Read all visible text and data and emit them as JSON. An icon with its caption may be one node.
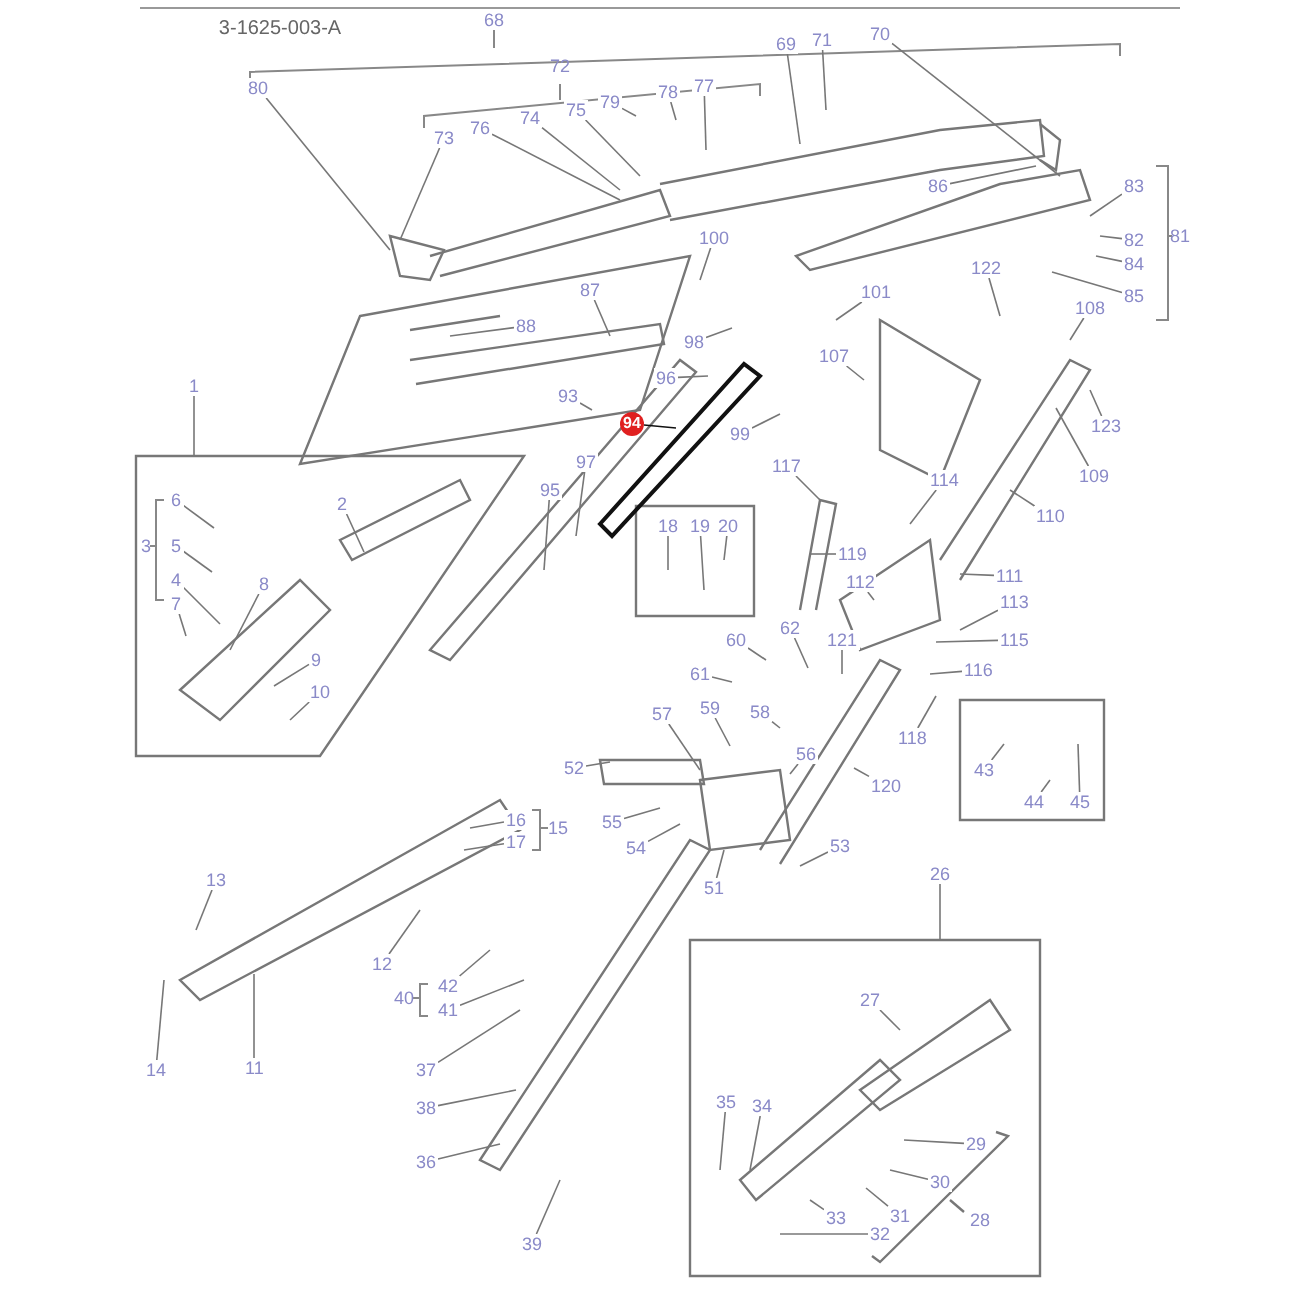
{
  "diagram": {
    "nodes": [
      {
        "text": [
          "80"
        ]
      },
      {
        "text": [
          "73"
        ]
      },
      {
        "text": [
          "76"
        ]
      },
      {
        "text": [
          "74"
        ]
      },
      {
        "text": [
          "75"
        ]
      },
      {
        "text": [
          "79"
        ]
      },
      {
        "text": [
          "78"
        ]
      },
      {
        "text": [
          "77"
        ]
      },
      {
        "text": [
          "69"
        ]
      },
      {
        "text": [
          "71"
        ]
      },
      {
        "text": [
          "70"
        ]
      },
      {
        "text": [
          "86"
        ]
      },
      {
        "text": [
          "83"
        ]
      },
      {
        "text": [
          "82"
        ]
      },
      {
        "text": [
          "84"
        ]
      },
      {
        "text": [
          "85"
        ]
      },
      {
        "text": [
          "100"
        ]
      },
      {
        "text": [
          "87"
        ]
      },
      {
        "text": [
          "88"
        ]
      },
      {
        "text": [
          "101"
        ]
      },
      {
        "text": [
          "122"
        ]
      },
      {
        "text": [
          "108"
        ]
      },
      {
        "text": [
          "98"
        ]
      },
      {
        "text": [
          "96"
        ]
      },
      {
        "text": [
          "107"
        ]
      },
      {
        "text": [
          "1"
        ]
      },
      {
        "text": [
          "93"
        ]
      },
      {
        "text": [
          "94"
        ]
      },
      {
        "text": [
          "123"
        ]
      },
      {
        "text": [
          "99"
        ]
      },
      {
        "text": [
          "117"
        ]
      },
      {
        "text": [
          "114"
        ]
      },
      {
        "text": [
          "109"
        ]
      },
      {
        "text": [
          "97"
        ]
      },
      {
        "text": [
          "95"
        ]
      },
      {
        "text": [
          "2"
        ]
      },
      {
        "text": [
          "6"
        ]
      },
      {
        "text": [
          "110"
        ]
      },
      {
        "text": [
          "18"
        ]
      },
      {
        "text": [
          "19"
        ]
      },
      {
        "text": [
          "20"
        ]
      },
      {
        "text": [
          "5"
        ]
      },
      {
        "text": [
          "119"
        ]
      },
      {
        "text": [
          "111"
        ]
      },
      {
        "text": [
          "4"
        ]
      },
      {
        "text": [
          "112"
        ]
      },
      {
        "text": [
          "8"
        ]
      },
      {
        "text": [
          "7"
        ]
      },
      {
        "text": [
          "113"
        ]
      },
      {
        "text": [
          "62"
        ]
      },
      {
        "text": [
          "60"
        ]
      },
      {
        "text": [
          "121"
        ]
      },
      {
        "text": [
          "115"
        ]
      },
      {
        "text": [
          "9"
        ]
      },
      {
        "text": [
          "61"
        ]
      },
      {
        "text": [
          "116"
        ]
      },
      {
        "text": [
          "10"
        ]
      },
      {
        "text": [
          "59"
        ]
      },
      {
        "text": [
          "57"
        ]
      },
      {
        "text": [
          "58"
        ]
      },
      {
        "text": [
          "118"
        ]
      },
      {
        "text": [
          "56"
        ]
      },
      {
        "text": [
          "52"
        ]
      },
      {
        "text": [
          "43"
        ]
      },
      {
        "text": [
          "120"
        ]
      },
      {
        "text": [
          "44"
        ]
      },
      {
        "text": [
          "45"
        ]
      },
      {
        "text": [
          "16"
        ]
      },
      {
        "text": [
          "55"
        ]
      },
      {
        "text": [
          "17"
        ]
      },
      {
        "text": [
          "54"
        ]
      },
      {
        "text": [
          "53"
        ]
      },
      {
        "text": [
          "13"
        ]
      },
      {
        "text": [
          "51"
        ]
      },
      {
        "text": [
          "26"
        ]
      },
      {
        "text": [
          "12"
        ]
      },
      {
        "text": [
          "42"
        ]
      },
      {
        "text": [
          "27"
        ]
      },
      {
        "text": [
          "41"
        ]
      },
      {
        "text": [
          "37"
        ]
      },
      {
        "text": [
          "14"
        ]
      },
      {
        "text": [
          "11"
        ]
      },
      {
        "text": [
          "35"
        ]
      },
      {
        "text": [
          "34"
        ]
      },
      {
        "text": [
          "38"
        ]
      },
      {
        "text": [
          "29"
        ]
      },
      {
        "text": [
          "36"
        ]
      },
      {
        "text": [
          "30"
        ]
      },
      {
        "text": [
          "31"
        ]
      },
      {
        "text": [
          "33"
        ]
      },
      {
        "text": [
          "32"
        ]
      },
      {
        "text": [
          "39"
        ]
      }
    ],
    "edges": [
      {
        "from": 0,
        "to": null,
        "arrow": "none"
      },
      {
        "from": 1,
        "to": null,
        "arrow": "none"
      },
      {
        "from": 2,
        "to": null,
        "arrow": "none"
      },
      {
        "from": 3,
        "to": null,
        "arrow": "none"
      },
      {
        "from": 4,
        "to": null,
        "arrow": "none"
      },
      {
        "from": 5,
        "to": null,
        "arrow": "none"
      },
      {
        "from": 6,
        "to": null,
        "arrow": "none"
      },
      {
        "from": 7,
        "to": null,
        "arrow": "none"
      },
      {
        "from": 8,
        "to": null,
        "arrow": "none"
      },
      {
        "from": 9,
        "to": null,
        "arrow": "none"
      },
      {
        "from": 10,
        "to": null,
        "arrow": "none"
      },
      {
        "from": 11,
        "to": null,
        "arrow": "none"
      },
      {
        "from": 12,
        "to": null,
        "arrow": "none"
      },
      {
        "from": 13,
        "to": null,
        "arrow": "none"
      },
      {
        "from": 14,
        "to": null,
        "arrow": "none"
      },
      {
        "from": 15,
        "to": null,
        "arrow": "none"
      },
      {
        "from": 16,
        "to": null,
        "arrow": "none"
      },
      {
        "from": 17,
        "to": null,
        "arrow": "none"
      },
      {
        "from": 18,
        "to": null,
        "arrow": "none"
      },
      {
        "from": 19,
        "to": null,
        "arrow": "none"
      },
      {
        "from": 20,
        "to": null,
        "arrow": "none"
      },
      {
        "from": 21,
        "to": null,
        "arrow": "none"
      },
      {
        "from": 22,
        "to": null,
        "arrow": "none"
      },
      {
        "from": 23,
        "to": null,
        "arrow": "none"
      },
      {
        "from": 24,
        "to": null,
        "arrow": "none"
      },
      {
        "from": 25,
        "to": null,
        "arrow": "none"
      },
      {
        "from": 26,
        "to": null,
        "arrow": "none"
      },
      {
        "from": 27,
        "to": null,
        "arrow": "none",
        "color": "#111111"
      },
      {
        "from": 28,
        "to": null,
        "arrow": "none"
      },
      {
        "from": 29,
        "to": null,
        "arrow": "none"
      },
      {
        "from": 30,
        "to": null,
        "arrow": "none"
      },
      {
        "from": 31,
        "to": null,
        "arrow": "none"
      },
      {
        "from": 32,
        "to": null,
        "arrow": "none"
      },
      {
        "from": 33,
        "to": null,
        "arrow": "none"
      },
      {
        "from": 34,
        "to": null,
        "arrow": "none"
      },
      {
        "from": 35,
        "to": null,
        "arrow": "none"
      },
      {
        "from": 36,
        "to": null,
        "arrow": "none"
      },
      {
        "from": 37,
        "to": null,
        "arrow": "none"
      },
      {
        "from": 38,
        "to": null,
        "arrow": "none"
      },
      {
        "from": 39,
        "to": null,
        "arrow": "none"
      },
      {
        "from": 40,
        "to": null,
        "arrow": "none"
      },
      {
        "from": 41,
        "to": null,
        "arrow": "none"
      },
      {
        "from": 42,
        "to": null,
        "arrow": "none"
      },
      {
        "from": 43,
        "to": null,
        "arrow": "none"
      },
      {
        "from": 44,
        "to": null,
        "arrow": "none"
      },
      {
        "from": 45,
        "to": null,
        "arrow": "none"
      },
      {
        "from": 46,
        "to": null,
        "arrow": "none"
      },
      {
        "from": 47,
        "to": null,
        "arrow": "none"
      },
      {
        "from": 48,
        "to": null,
        "arrow": "none"
      },
      {
        "from": 49,
        "to": null,
        "arrow": "none"
      },
      {
        "from": 50,
        "to": null,
        "arrow": "none"
      },
      {
        "from": 51,
        "to": null,
        "arrow": "none"
      },
      {
        "from": 52,
        "to": null,
        "arrow": "none"
      },
      {
        "from": 53,
        "to": null,
        "arrow": "none"
      },
      {
        "from": 54,
        "to": null,
        "arrow": "none"
      },
      {
        "from": 55,
        "to": null,
        "arrow": "none"
      },
      {
        "from": 56,
        "to": null,
        "arrow": "none"
      },
      {
        "from": 57,
        "to": null,
        "arrow": "none"
      },
      {
        "from": 58,
        "to": null,
        "arrow": "none"
      },
      {
        "from": 59,
        "to": null,
        "arrow": "none"
      },
      {
        "from": 60,
        "to": null,
        "arrow": "none"
      },
      {
        "from": 61,
        "to": null,
        "arrow": "none"
      },
      {
        "from": 62,
        "to": null,
        "arrow": "none"
      },
      {
        "from": 63,
        "to": null,
        "arrow": "none"
      },
      {
        "from": 64,
        "to": null,
        "arrow": "none"
      },
      {
        "from": 65,
        "to": null,
        "arrow": "none"
      },
      {
        "from": 66,
        "to": null,
        "arrow": "none"
      },
      {
        "from": 67,
        "to": null,
        "arrow": "none"
      },
      {
        "from": 68,
        "to": null,
        "arrow": "none"
      },
      {
        "from": 69,
        "to": null,
        "arrow": "none"
      },
      {
        "from": 70,
        "to": null,
        "arrow": "none"
      },
      {
        "from": 71,
        "to": null,
        "arrow": "none"
      },
      {
        "from": 72,
        "to": null,
        "arrow": "none"
      },
      {
        "from": 73,
        "to": null,
        "arrow": "none"
      },
      {
        "from": 74,
        "to": null,
        "arrow": "none"
      },
      {
        "from": 75,
        "to": null,
        "arrow": "none"
      },
      {
        "from": 76,
        "to": null,
        "arrow": "none"
      },
      {
        "from": 77,
        "to": null,
        "arrow": "none"
      },
      {
        "from": 78,
        "to": null,
        "arrow": "none"
      },
      {
        "from": 79,
        "to": null,
        "arrow": "none"
      },
      {
        "from": 80,
        "to": null,
        "arrow": "none"
      },
      {
        "from": 81,
        "to": null,
        "arrow": "none"
      },
      {
        "from": 82,
        "to": null,
        "arrow": "none"
      },
      {
        "from": 83,
        "to": null,
        "arrow": "none"
      },
      {
        "from": 84,
        "to": null,
        "arrow": "none"
      },
      {
        "from": 85,
        "to": null,
        "arrow": "none"
      },
      {
        "from": 86,
        "to": null,
        "arrow": "none"
      },
      {
        "from": 87,
        "to": null,
        "arrow": "none"
      },
      {
        "from": 88,
        "to": null,
        "arrow": "none"
      },
      {
        "from": 89,
        "to": null,
        "arrow": "none"
      },
      {
        "from": 90,
        "to": null,
        "arrow": "none"
      },
      {
        "from": 91,
        "to": null,
        "arrow": "none"
      }
    ],
    "labels": [
      "3-1625-003-A",
      "68",
      "72",
      "81",
      "3",
      "15",
      "40",
      "28"
    ]
  }
}
